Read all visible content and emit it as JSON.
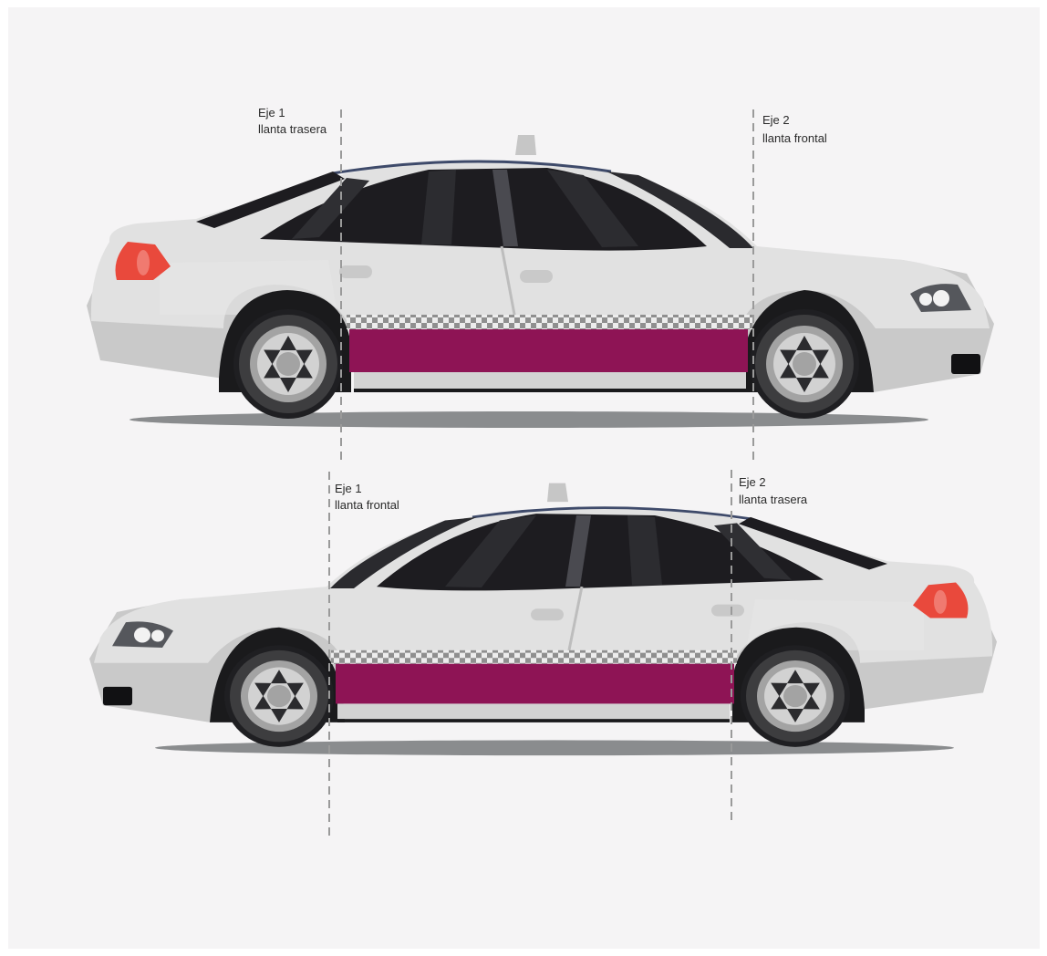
{
  "diagram": {
    "top_car": {
      "direction": "facing-right",
      "axle_1": {
        "label_line1": "Eje 1",
        "label_line2": "llanta trasera"
      },
      "axle_2": {
        "label_line1": "Eje 2",
        "label_line2": "llanta frontal"
      }
    },
    "bottom_car": {
      "direction": "facing-left",
      "axle_1": {
        "label_line1": "Eje 1",
        "label_line2": "llanta frontal"
      },
      "axle_2": {
        "label_line1": "Eje 2",
        "label_line2": "llanta trasera"
      }
    },
    "colors": {
      "background": "#ffffff",
      "panel": "#f5f4f5",
      "body": "#e2e2e2",
      "body_shadow": "#c9c9c9",
      "window": "#1d1c20",
      "stripe": "#8e1455",
      "taillight": "#e9493c",
      "tire": "#3d3d3f",
      "rim": "#9b9b9b",
      "ground_shadow": "#8a8c8e"
    }
  }
}
